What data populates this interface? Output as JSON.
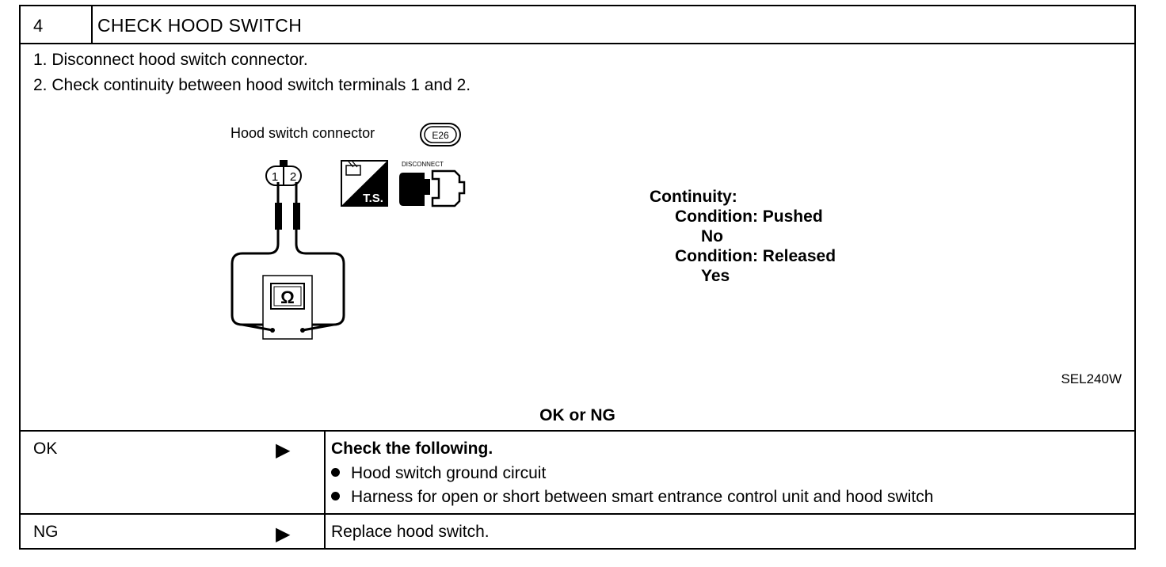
{
  "header": {
    "step_number": "4",
    "title": "CHECK HOOD SWITCH"
  },
  "instructions": [
    "1.  Disconnect hood switch connector.",
    "2.  Check continuity between hood switch terminals 1 and 2."
  ],
  "figure": {
    "connector_label": "Hood switch  connector",
    "connector_code": "E26",
    "pin_1": "1",
    "pin_2": "2",
    "ts_label": "T.S.",
    "disconnect_label": "DISCONNECT",
    "meter_symbol": "Ω",
    "reference": "SEL240W"
  },
  "continuity": {
    "heading": "Continuity:",
    "condition1": "Condition: Pushed",
    "result1": "No",
    "condition2": "Condition: Released",
    "result2": "Yes"
  },
  "ok_or_ng": "OK or NG",
  "results": {
    "ok_label": "OK",
    "ok_heading": "Check the following.",
    "ok_items": [
      "Hood switch ground circuit",
      "Harness for open or short between smart entrance control unit and hood switch"
    ],
    "ng_label": "NG",
    "ng_action": "Replace hood switch."
  },
  "arrow_glyph": "▶"
}
